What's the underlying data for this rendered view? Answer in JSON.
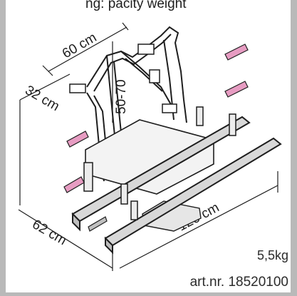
{
  "header_fragment": "ng:   pacity weight",
  "dimensions": {
    "width_top": "60 cm",
    "depth": "32 cm",
    "height": "50-70",
    "width_bottom": "62 cm",
    "length": "126 cm"
  },
  "weight": "5,5kg",
  "article_number": "art.nr. 18520100",
  "colors": {
    "frame": "#b9b9b9",
    "line": "#1e1e1e",
    "accent": "#e79cc2"
  }
}
